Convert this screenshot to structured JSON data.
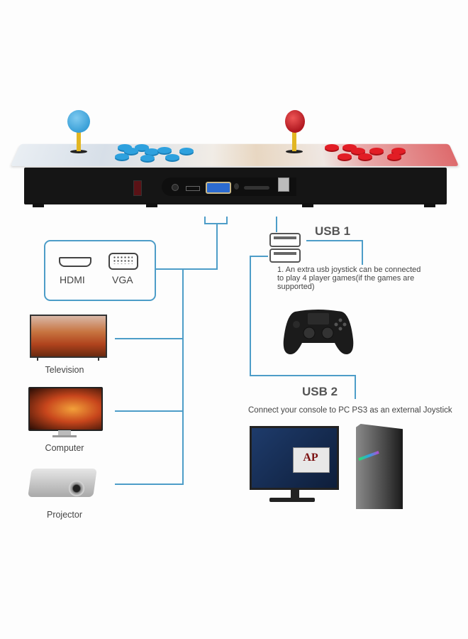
{
  "product": {
    "name": "Arcade console (2-player)",
    "colors": {
      "player1_buttons": "#2ea1de",
      "player2_buttons": "#e21d25",
      "joystick_shaft": "#e2b623",
      "connector_lines": "#4d9dc8"
    }
  },
  "video_output": {
    "ports": [
      {
        "icon": "hdmi-port-icon",
        "label": "HDMI"
      },
      {
        "icon": "vga-port-icon",
        "label": "VGA"
      }
    ],
    "devices": [
      {
        "icon": "television-icon",
        "label": "Television"
      },
      {
        "icon": "computer-monitor-icon",
        "label": "Computer"
      },
      {
        "icon": "projector-icon",
        "label": "Projector"
      }
    ]
  },
  "usb1": {
    "title": "USB 1",
    "description_lines": [
      "1. An extra usb joystick can be connected",
      "to play 4 player games(if the games are",
      "supported)"
    ],
    "device_icon": "gamepad-icon"
  },
  "usb2": {
    "title": "USB 2",
    "description": "Connect your console to PC PS3 as an external Joystick",
    "monitor_screen_text": "AP",
    "device_icons": [
      "monitor-icon",
      "pc-tower-icon"
    ]
  }
}
